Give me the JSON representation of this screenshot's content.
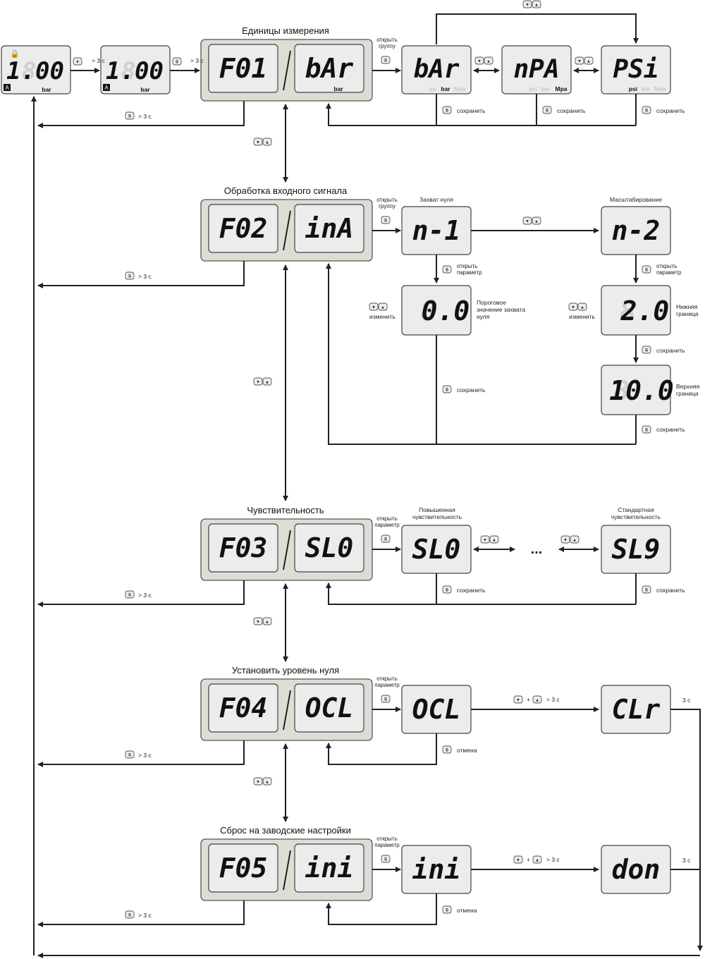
{
  "groups": {
    "f01": {
      "title": "Единицы измерения",
      "code": "F01",
      "value": "bAr",
      "unit": "bar"
    },
    "f02": {
      "title": "Обработка входного сигнала",
      "code": "F02",
      "value": "inA"
    },
    "f03": {
      "title": "Чувствительность",
      "code": "F03",
      "value": "SL0"
    },
    "f04": {
      "title": "Установить уровень нуля",
      "code": "F04",
      "value": "OCL"
    },
    "f05": {
      "title": "Сброс на заводские настройки",
      "code": "F05",
      "value": "ini"
    }
  },
  "start": {
    "display1": "1.00",
    "display2": "1.00",
    "unit": "bar",
    "hold_label": "> 3 с",
    "badge": "A"
  },
  "units": {
    "labels": [
      "psi",
      "bar",
      "Mpa"
    ],
    "options": [
      {
        "display": "bAr",
        "active": "bar"
      },
      {
        "display": "nPA",
        "active": "Mpa"
      },
      {
        "display": "PSi",
        "active": "psi"
      }
    ]
  },
  "input_signal": {
    "mode1_label": "Захват нуля",
    "mode1": "n-1",
    "mode2_label": "Масштабирование",
    "mode2": "n-2",
    "threshold": "0.0",
    "threshold_label": "Пороговое значение захвата нуля",
    "lower": "2.0",
    "lower_label": "Нижняя граница",
    "upper": "10.0",
    "upper_label": "Верхняя граница"
  },
  "sensitivity": {
    "high_label": "Повышенная чувствительность",
    "high": "SL0",
    "std_label": "Стандартная чувствительность",
    "std": "SL9",
    "ellipsis": "..."
  },
  "zero": {
    "display1": "OCL",
    "display2": "CLr"
  },
  "reset": {
    "display1": "ini",
    "display2": "don"
  },
  "labels": {
    "open_group": "открыть группу",
    "open_param": "открыть параметр",
    "save": "сохранить",
    "cancel": "отмена",
    "change": "изменить",
    "hold": "> 3 с",
    "three_s": "3 с",
    "plus": "+"
  },
  "buttons": {
    "set": "S",
    "down": "▼",
    "up": "▲"
  }
}
